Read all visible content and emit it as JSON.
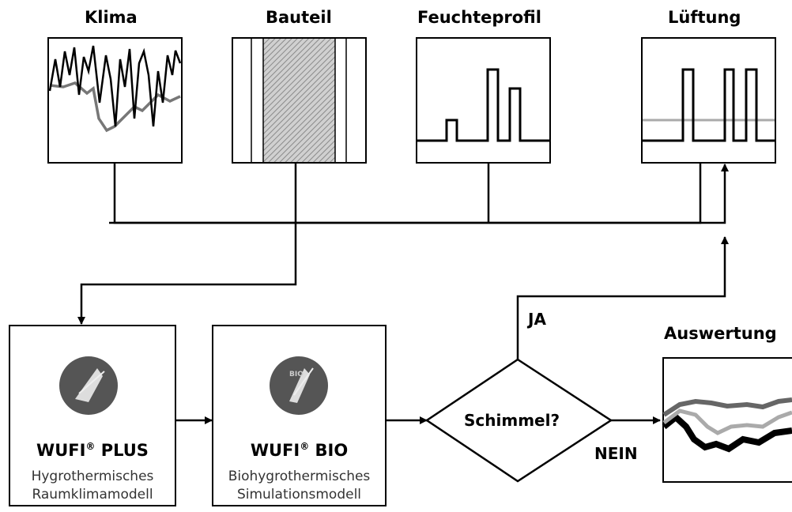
{
  "panels": {
    "klima": "Klima",
    "bauteil": "Bauteil",
    "feuchteprofil": "Feuchteprofil",
    "lueftung": "Lüftung",
    "auswertung": "Auswertung"
  },
  "boxes": {
    "plus": {
      "name": "WUFI",
      "reg": "®",
      "suffix": "PLUS",
      "line1": "Hygrothermisches",
      "line2": "Raumklimamodell"
    },
    "bio": {
      "name": "WUFI",
      "reg": "®",
      "suffix": "BIO",
      "line1": "Biohygrothermisches",
      "line2": "Simulationsmodell",
      "icon_text": "BIO"
    }
  },
  "decision": {
    "question": "Schimmel?",
    "yes": "JA",
    "no": "NEIN"
  },
  "colors": {
    "line": "#000000",
    "gray_curve": "#777777",
    "light_curve": "#aaaaaa",
    "icon": "#555555"
  }
}
